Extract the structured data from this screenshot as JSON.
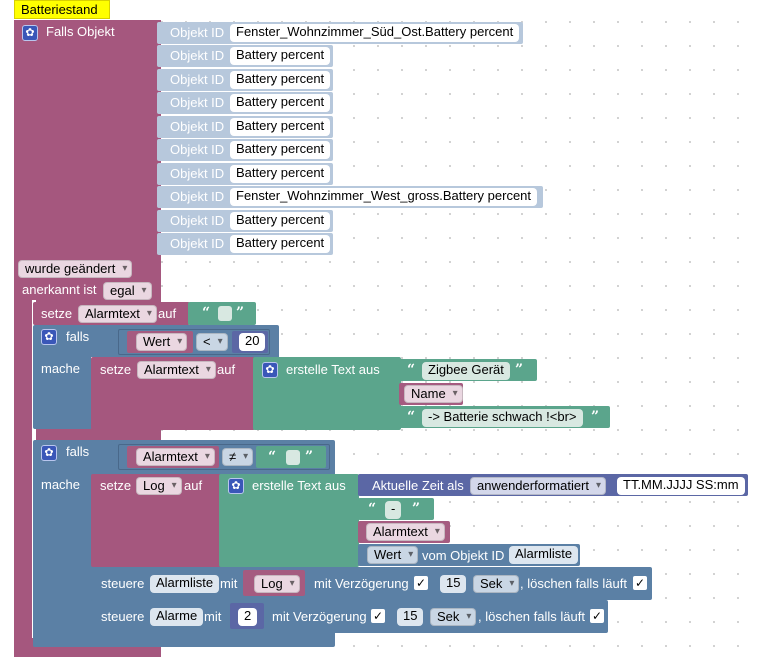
{
  "comment": "Batteriestand",
  "trigger": {
    "title": "Falls Objekt",
    "objects": [
      {
        "label": "Objekt ID",
        "value": "Fenster_Wohnzimmer_Süd_Ost.Battery percent"
      },
      {
        "label": "Objekt ID",
        "value": "Battery percent"
      },
      {
        "label": "Objekt ID",
        "value": "Battery percent"
      },
      {
        "label": "Objekt ID",
        "value": "Battery percent"
      },
      {
        "label": "Objekt ID",
        "value": "Battery percent"
      },
      {
        "label": "Objekt ID",
        "value": "Battery percent"
      },
      {
        "label": "Objekt ID",
        "value": "Battery percent"
      },
      {
        "label": "Objekt ID",
        "value": "Fenster_Wohnzimmer_West_gross.Battery percent"
      },
      {
        "label": "Objekt ID",
        "value": "Battery percent"
      },
      {
        "label": "Objekt ID",
        "value": "Battery percent"
      }
    ],
    "change": "wurde geändert",
    "ack_label": "anerkannt ist",
    "ack_value": "egal"
  },
  "set1": {
    "setze": "setze",
    "var": "Alarmtext",
    "auf": "auf"
  },
  "if1": {
    "falls": "falls",
    "mache": "mache",
    "cond_left": "Wert",
    "op": "<",
    "num": "20",
    "set": {
      "setze": "setze",
      "var": "Alarmtext",
      "auf": "auf",
      "create": "erstelle Text aus",
      "str1": "Zigbee Gerät",
      "name": "Name",
      "str2": "-> Batterie schwach !<br>"
    }
  },
  "if2": {
    "falls": "falls",
    "mache": "mache",
    "cond_left": "Alarmtext",
    "op": "≠",
    "set": {
      "setze": "setze",
      "var": "Log",
      "auf": "auf",
      "create": "erstelle Text aus",
      "time_label": "Aktuelle Zeit als",
      "time_format": "anwenderformatiert",
      "time_pattern": "TT.MM.JJJJ SS:mm",
      "dash": "-",
      "alarmtext": "Alarmtext",
      "wert": "Wert",
      "vom": "vom Objekt ID",
      "obj": "Alarmliste"
    },
    "ctrl1": {
      "steuere": "steuere",
      "target": "Alarmliste",
      "mit": "mit",
      "val": "Log",
      "delay": "mit Verzögerung",
      "num": "15",
      "unit": "Sek",
      "clear": ", löschen falls läuft"
    },
    "ctrl2": {
      "steuere": "steuere",
      "target": "Alarme",
      "mit": "mit",
      "val": "2",
      "delay": "mit Verzögerung",
      "num": "15",
      "unit": "Sek",
      "clear": ", löschen falls läuft"
    }
  },
  "colors": {
    "event": "#a5577e",
    "logic": "#5b80a5",
    "text": "#5ba58c",
    "object": "#b7c8dc",
    "mauve": "#a55b80",
    "blue": "#5b67a5",
    "comment": "#ffff00"
  }
}
